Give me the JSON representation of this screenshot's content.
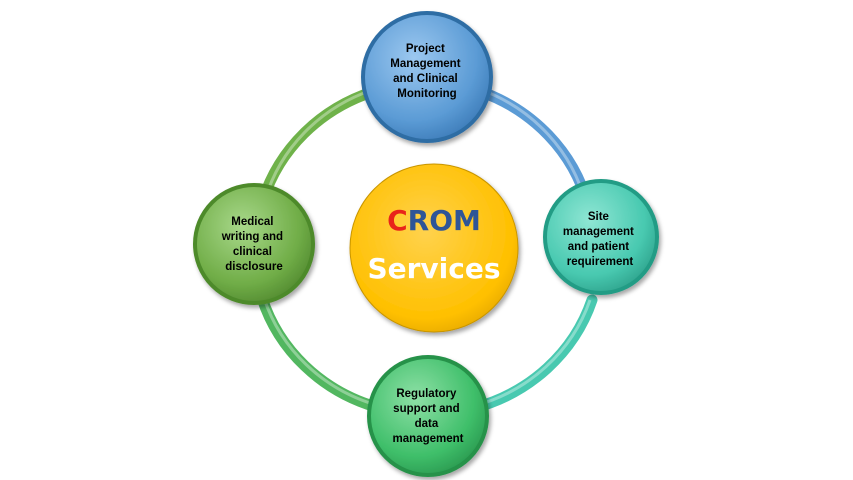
{
  "center": {
    "title_first_letter": "C",
    "title_rest": "ROM",
    "subtitle": "Services"
  },
  "nodes": [
    {
      "id": "top",
      "lines": [
        "Project",
        "Management",
        "and Clinical",
        "Monitoring"
      ]
    },
    {
      "id": "right",
      "lines": [
        "Site",
        "management",
        "and patient",
        "requirement"
      ]
    },
    {
      "id": "bottom",
      "lines": [
        "Regulatory",
        "support and",
        "data",
        "management"
      ]
    },
    {
      "id": "left",
      "lines": [
        "Medical",
        "writing and",
        "clinical",
        "disclosure"
      ]
    }
  ],
  "colors": {
    "center_fill": "#FFC000",
    "title_first_letter": "#E8241A",
    "title_rest": "#2F5597",
    "subtitle": "#FFFFFF",
    "top": "#5B9BD5",
    "right": "#48C9B0",
    "bottom": "#3FBF6A",
    "left": "#70AD47"
  }
}
